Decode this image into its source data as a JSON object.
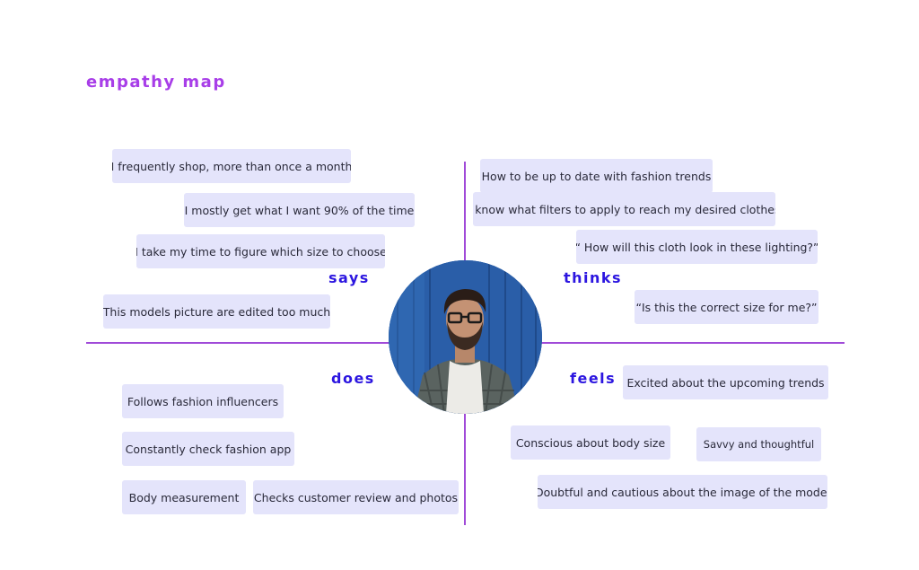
{
  "title": "empathy map",
  "quadrants": {
    "says": {
      "label": "says",
      "notes": [
        "I frequently shop, more than once a month",
        "I mostly get what I want 90% of the time",
        "I take my time to figure which size to choose",
        "This models picture are edited too much"
      ]
    },
    "thinks": {
      "label": "thinks",
      "notes": [
        "How to be up to date with fashion trends",
        "I know what filters to apply to reach my desired clothes",
        "“ How will this cloth look in these lighting?”",
        "“Is this the correct size for me?”"
      ]
    },
    "does": {
      "label": "does",
      "notes": [
        "Follows fashion influencers",
        "Constantly check fashion app",
        "Body measurement",
        "Checks customer review and photos"
      ]
    },
    "feels": {
      "label": "feels",
      "notes": [
        "Excited about  the upcoming trends",
        "Conscious about body size",
        "Savvy and thoughtful",
        "Doubtful and cautious about the image of the  model"
      ]
    }
  },
  "colors": {
    "title": "#a83ee8",
    "quadrant_label": "#2c16e0",
    "axis": "#a04ad8",
    "note_bg": "#e4e4fb"
  }
}
